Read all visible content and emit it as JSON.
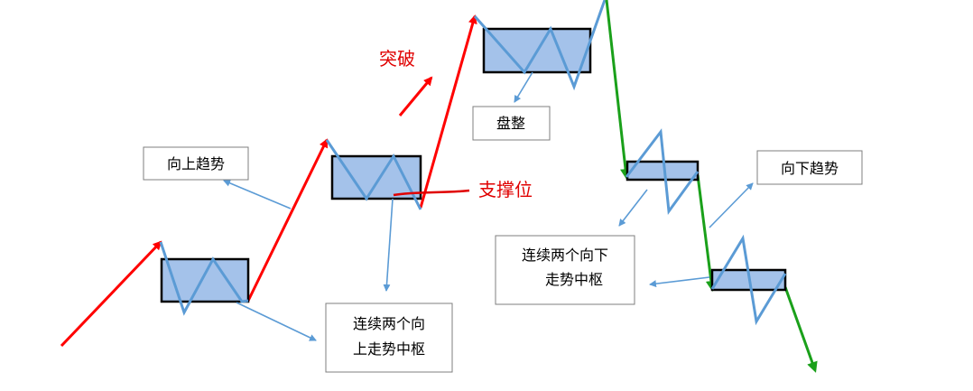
{
  "colors": {
    "up_trend": "#ff0000",
    "down_trend": "#1aa01a",
    "zigzag": "#5b9bd5",
    "zone_fill": "#a4c2ea",
    "zone_border": "#000000",
    "annotation_red": "#e00000"
  },
  "labels": {
    "up_trend": "向上趋势",
    "up_pivots_line1": "连续两个向",
    "up_pivots_line2": "上走势中枢",
    "consolidation": "盘整",
    "down_trend": "向下趋势",
    "down_pivots_line1": "连续两个向下",
    "down_pivots_line2": "走势中枢",
    "breakout": "突破",
    "support": "支撑位"
  }
}
